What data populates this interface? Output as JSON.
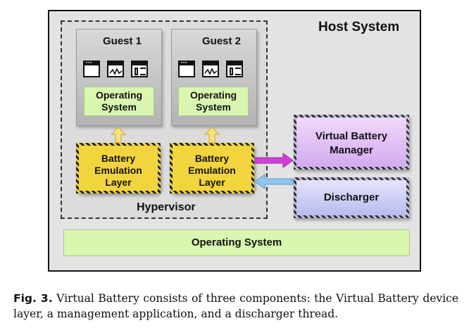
{
  "diagram": {
    "host_title": "Host System",
    "hypervisor_label": "Hypervisor",
    "guests": [
      {
        "title": "Guest 1",
        "os_line1": "Operating",
        "os_line2": "System"
      },
      {
        "title": "Guest 2",
        "os_line1": "Operating",
        "os_line2": "System"
      }
    ],
    "emulation_layers": [
      {
        "line1": "Battery",
        "line2": "Emulation",
        "line3": "Layer"
      },
      {
        "line1": "Battery",
        "line2": "Emulation",
        "line3": "Layer"
      }
    ],
    "vbm_line1": "Virtual Battery",
    "vbm_line2": "Manager",
    "discharger": "Discharger",
    "bottom_os": "Operating System",
    "icons": [
      "window-icon",
      "chart-window-icon",
      "layout-window-icon"
    ],
    "colors": {
      "os_green": "#d9f7b0",
      "emulation_yellow": "#f2d53c",
      "vbm_purple": "#d3aaf0",
      "discharger_blue": "#b9bbef",
      "arrow_magenta": "#d23fd8",
      "arrow_blue": "#8fc6ee",
      "arrow_yellow": "#f6e27a"
    }
  },
  "caption": {
    "label": "Fig. 3.",
    "text": " Virtual Battery consists of three components: the Virtual Battery device layer, a management application, and a discharger thread."
  }
}
